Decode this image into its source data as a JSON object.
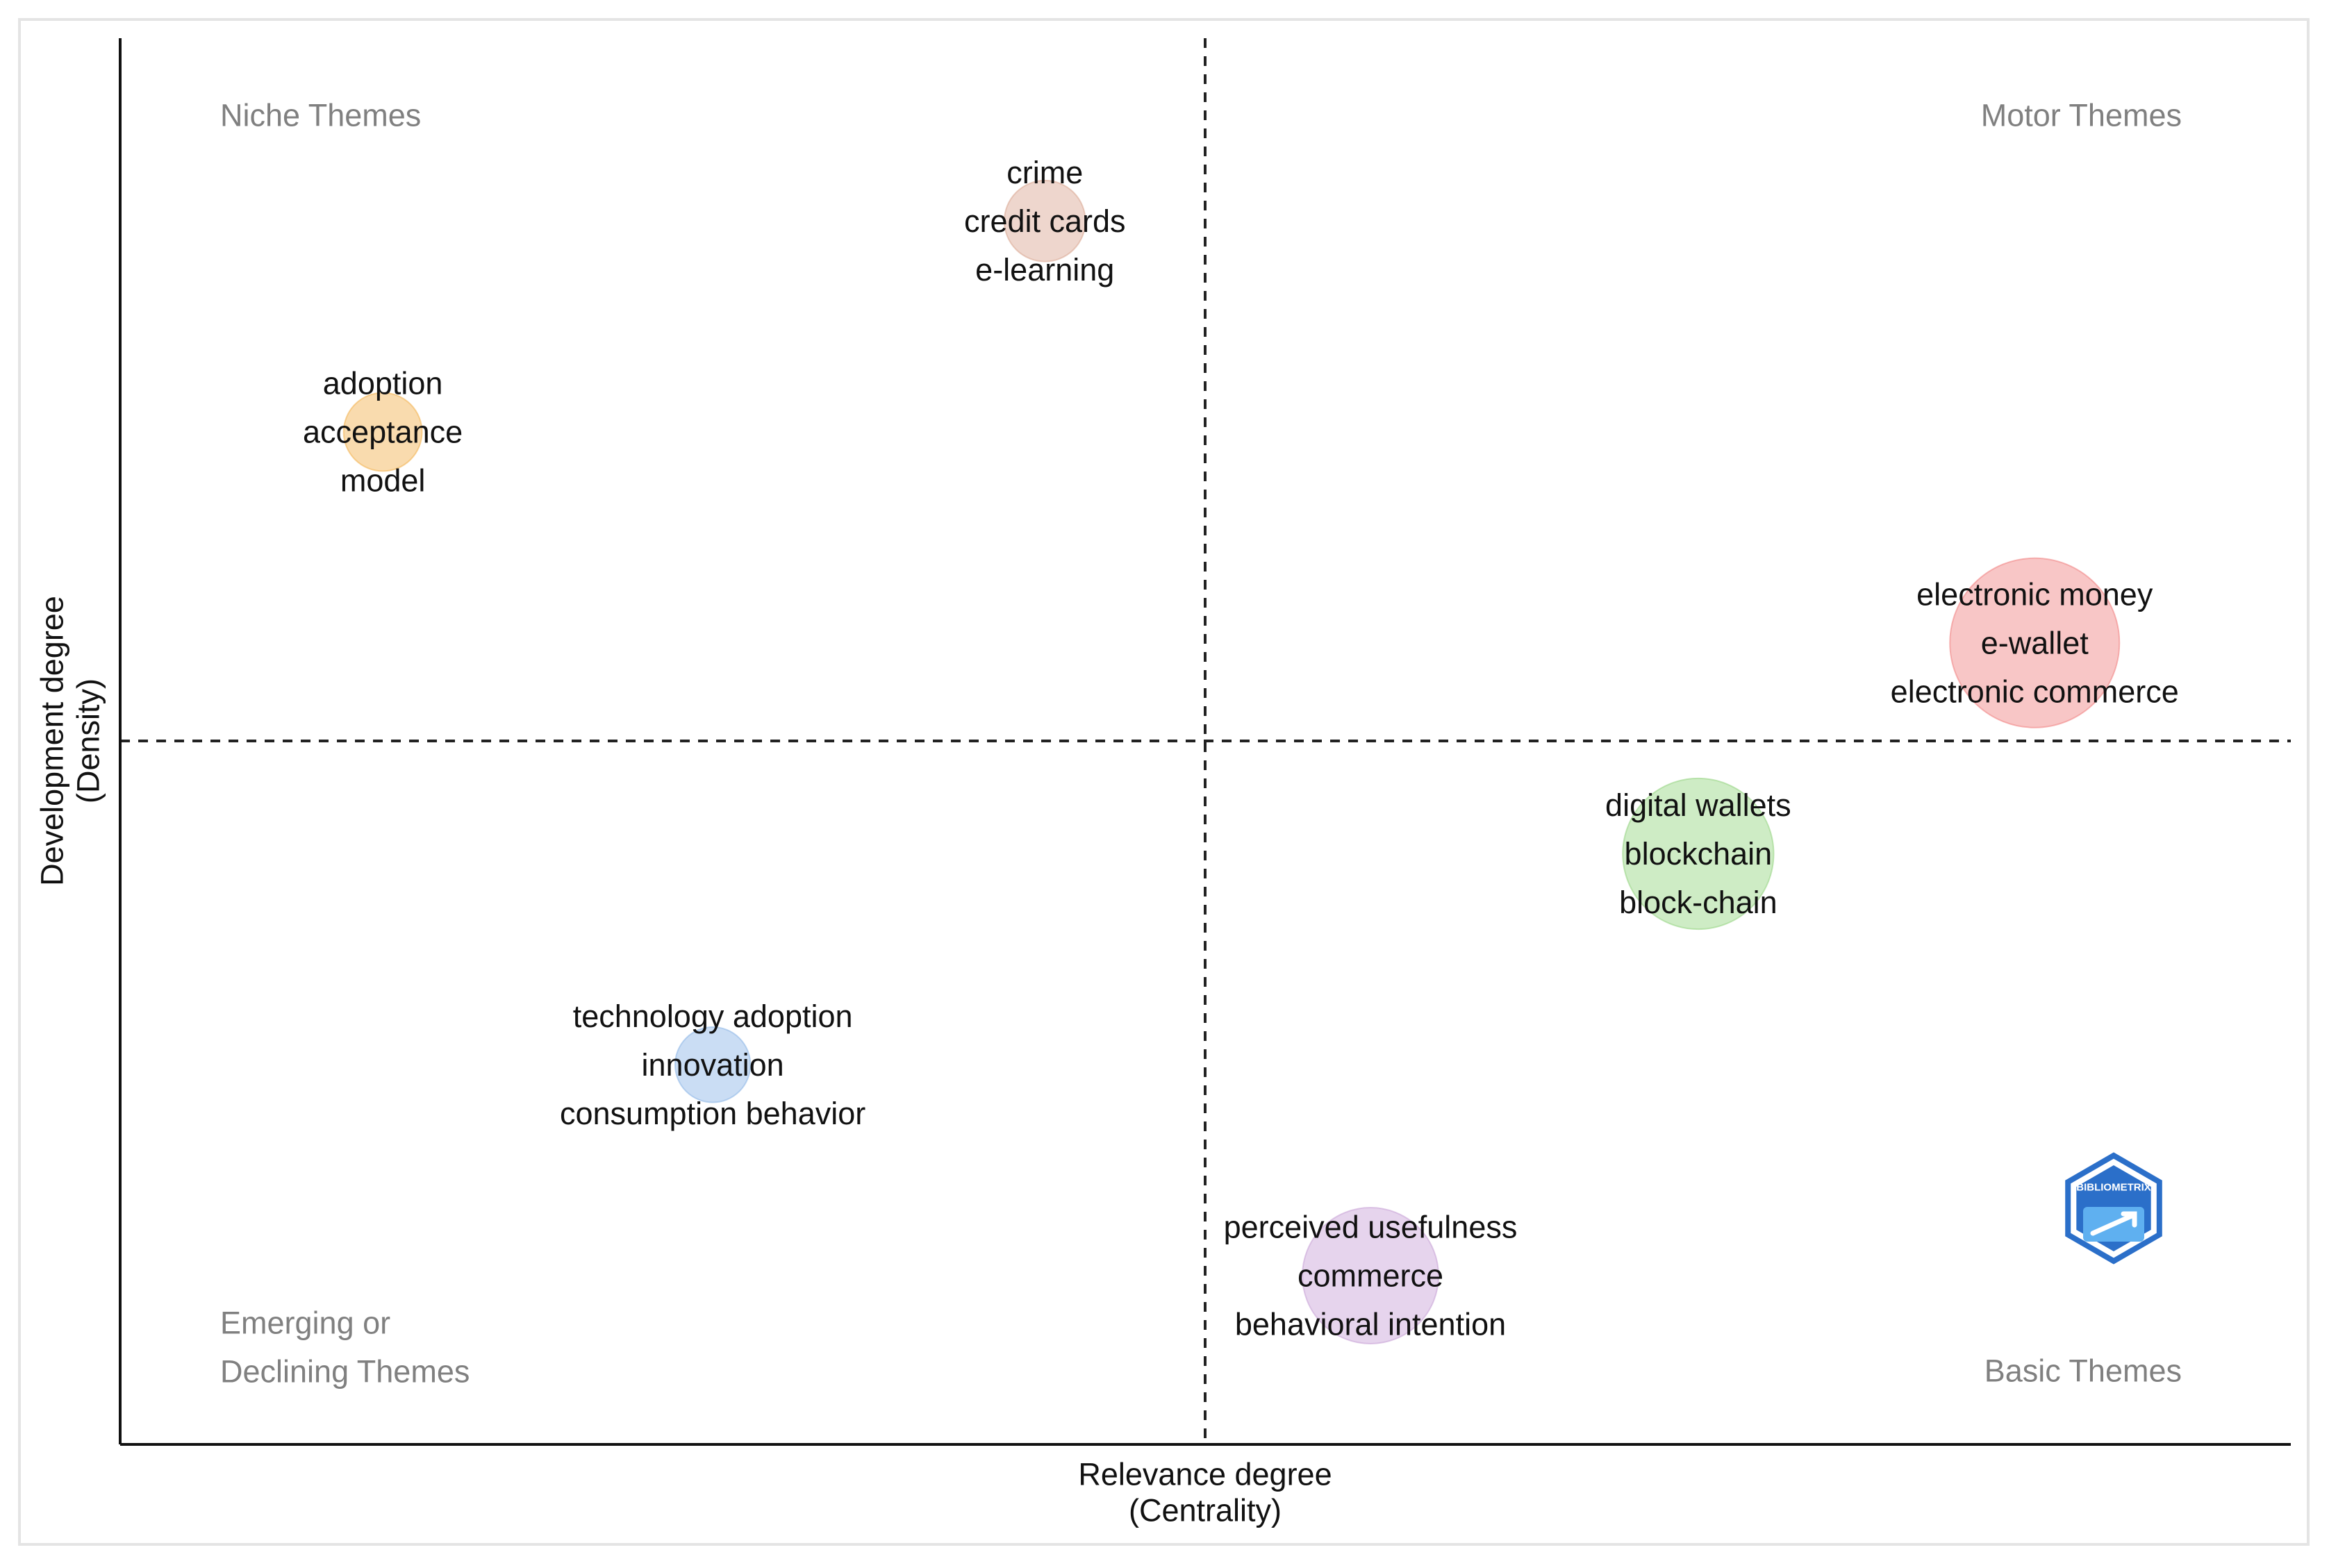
{
  "chart_data": {
    "type": "scatter",
    "subtype": "thematic-map",
    "xlabel": [
      "Relevance degree",
      "(Centrality)"
    ],
    "ylabel": [
      "Development degree",
      "(Density)"
    ],
    "grid": false,
    "quadrant_dividers": "dashed",
    "quadrants": {
      "top_left": [
        "Niche Themes"
      ],
      "top_right": [
        "Motor Themes"
      ],
      "bottom_left": [
        "Emerging or",
        "Declining Themes"
      ],
      "bottom_right": [
        "Basic Themes"
      ]
    },
    "clusters": [
      {
        "id": "crime",
        "terms": [
          "crime",
          "credit cards",
          "e-learning"
        ],
        "x": 0.426,
        "y": 0.87,
        "size": 0.05,
        "color": "#d9a590"
      },
      {
        "id": "adoption",
        "terms": [
          "adoption",
          "acceptance",
          "model"
        ],
        "x": 0.121,
        "y": 0.72,
        "size": 0.04,
        "color": "#f2b04c"
      },
      {
        "id": "electronic-money",
        "terms": [
          "electronic money",
          "e-wallet",
          "electronic commerce"
        ],
        "x": 0.882,
        "y": 0.57,
        "size": 1.0,
        "color": "#f08080"
      },
      {
        "id": "digital-wallets",
        "terms": [
          "digital wallets",
          "blockchain",
          "block-chain"
        ],
        "x": 0.727,
        "y": 0.42,
        "size": 0.7,
        "color": "#93d47f"
      },
      {
        "id": "technology-adoption",
        "terms": [
          "technology adoption",
          "innovation",
          "consumption behavior"
        ],
        "x": 0.273,
        "y": 0.27,
        "size": 0.03,
        "color": "#8ab4e6"
      },
      {
        "id": "perceived-usefulness",
        "terms": [
          "perceived usefulness",
          "commerce",
          "behavioral intention"
        ],
        "x": 0.576,
        "y": 0.12,
        "size": 0.5,
        "color": "#c7a0d6"
      }
    ]
  },
  "logo": {
    "text": "BIBLIOMETRIX",
    "color": "#2b6fc9"
  }
}
